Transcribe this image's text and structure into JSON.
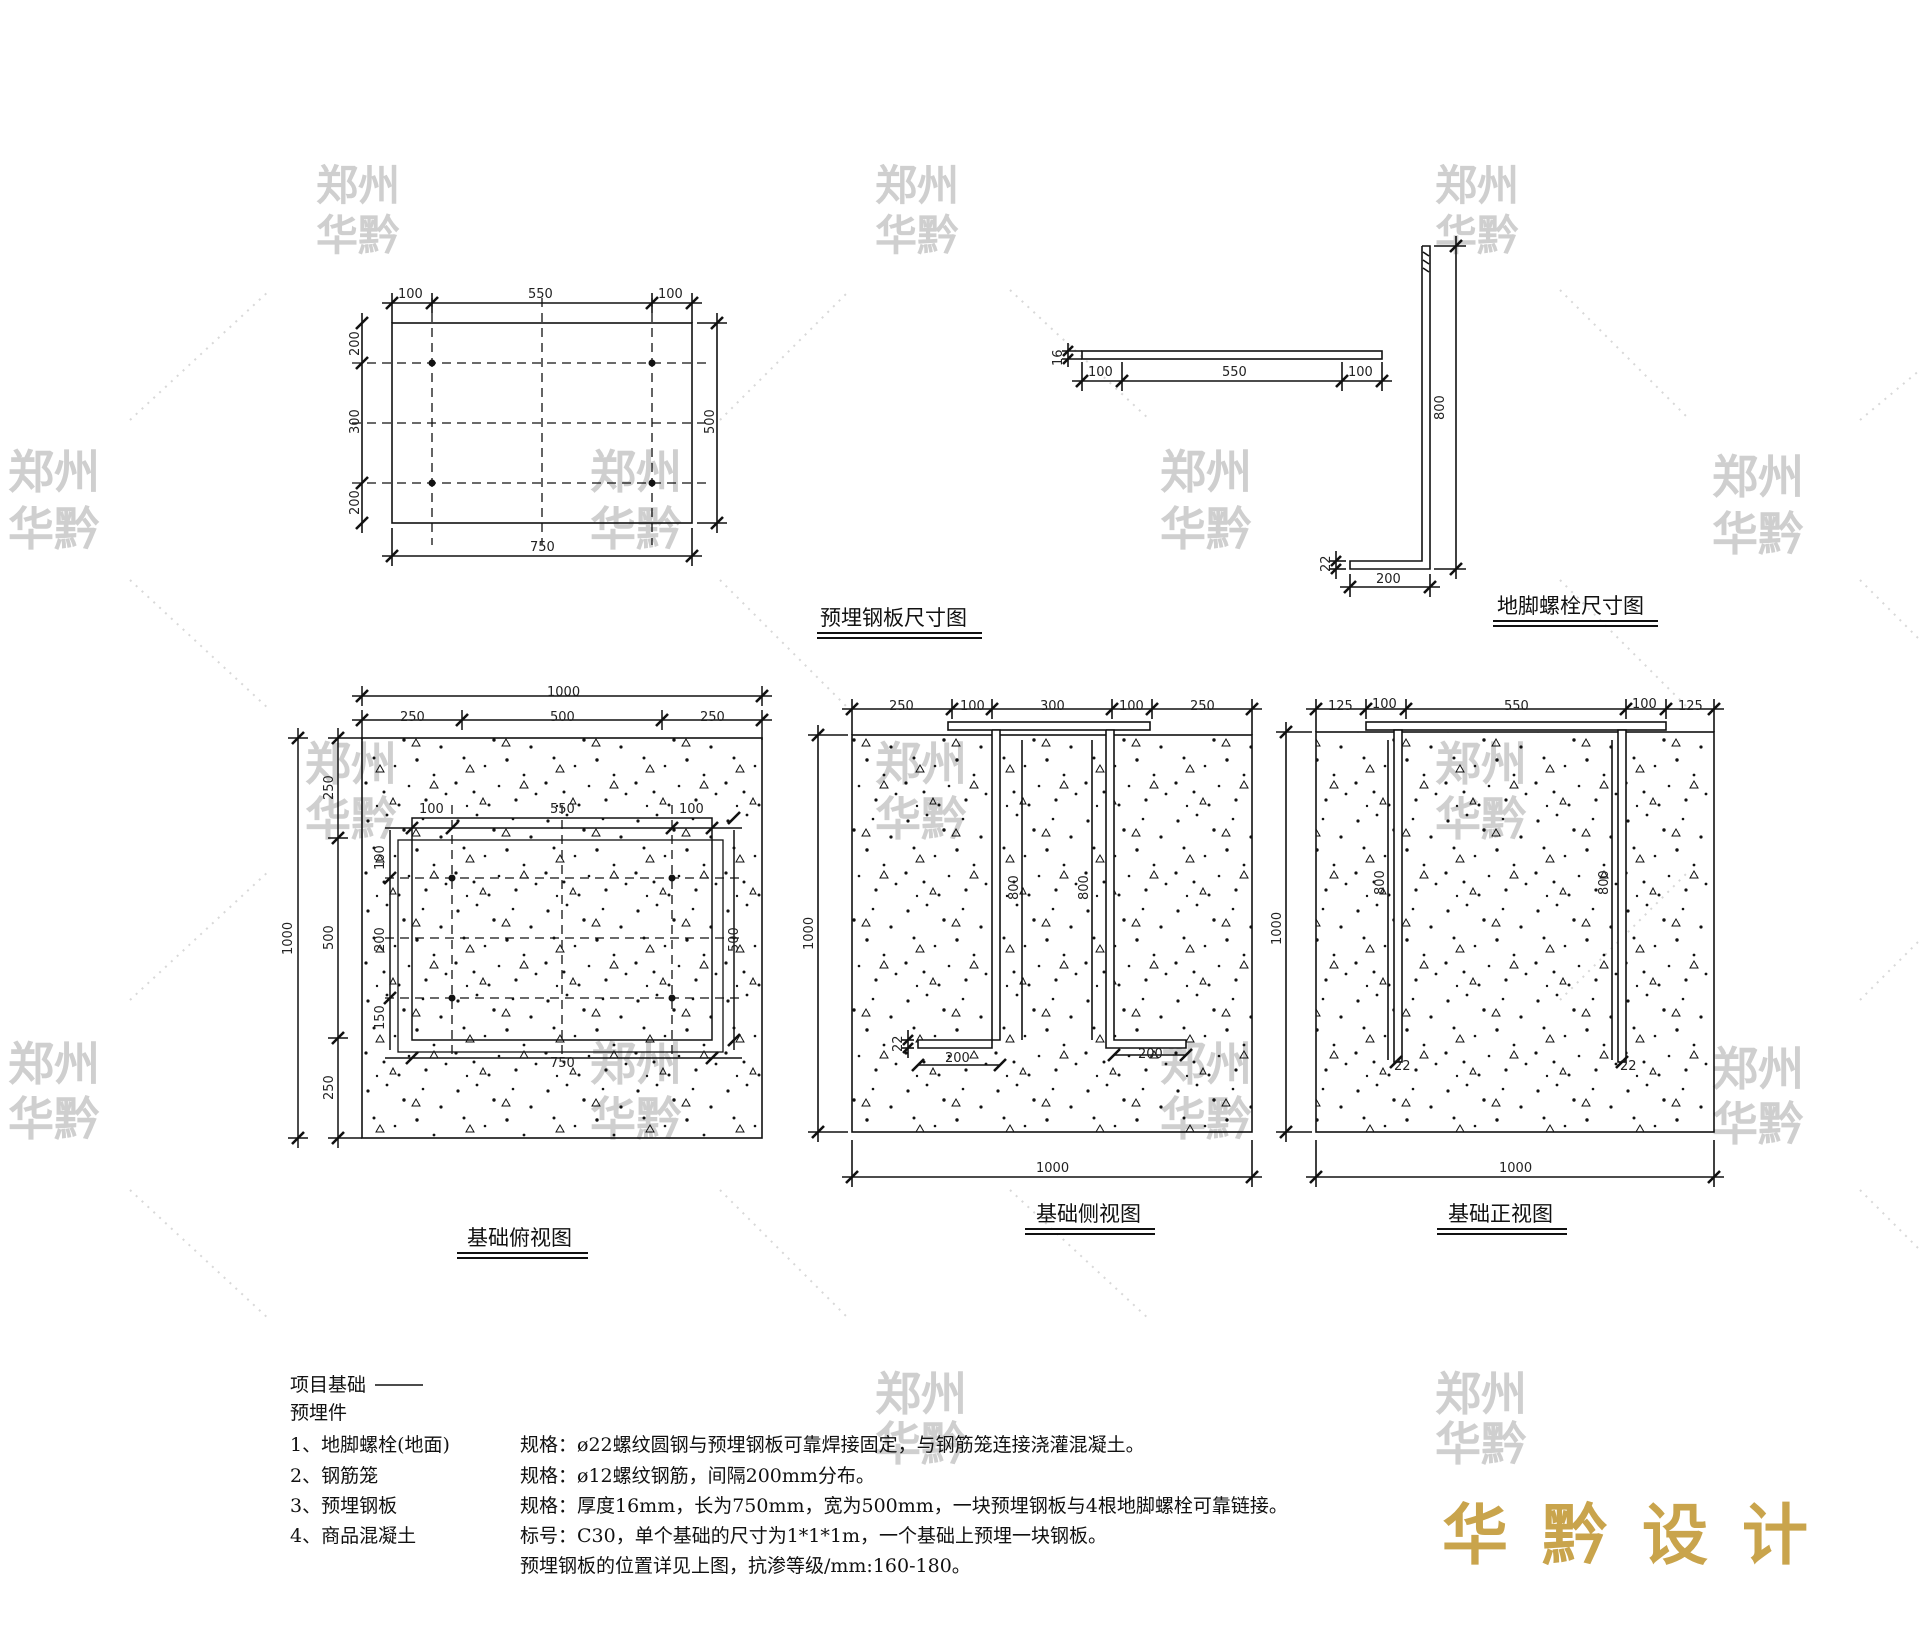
{
  "watermark_lines": [
    "郑州",
    "华黔"
  ],
  "brand": {
    "text": "华黔设计",
    "color": "#c9a44c"
  },
  "titles": {
    "plate": "预埋钢板尺寸图",
    "bolt": "地脚螺栓尺寸图",
    "top": "基础俯视图",
    "side": "基础侧视图",
    "front": "基础正视图"
  },
  "plate_dims": {
    "top": [
      "100",
      "550",
      "100"
    ],
    "left": [
      "200",
      "300",
      "200"
    ],
    "right": "500",
    "bottom": "750"
  },
  "bolt_dims": {
    "thickness": "16",
    "segments": [
      "100",
      "550",
      "100"
    ],
    "height": "800",
    "hook_thickness": "22",
    "hook": "200"
  },
  "top_view_dims": {
    "overall": "1000",
    "top": [
      "250",
      "500",
      "250"
    ],
    "left": [
      "250",
      "500",
      "250"
    ],
    "left_overall": "1000",
    "inner_top": [
      "100",
      "550",
      "100"
    ],
    "inner_left": [
      "100",
      "200",
      "150"
    ],
    "inner_right": "500",
    "inner_bottom": "750"
  },
  "side_view_dims": {
    "top": [
      "250",
      "100",
      "300",
      "100",
      "250"
    ],
    "bolt_h": [
      "800",
      "800"
    ],
    "hooks": [
      "200",
      "200"
    ],
    "hook_small": "22",
    "height": "1000",
    "width": "1000"
  },
  "front_view_dims": {
    "top": [
      "125",
      "100",
      "550",
      "100",
      "125"
    ],
    "bolt_h": [
      "800",
      "800"
    ],
    "small": [
      "22",
      "22"
    ],
    "height": "1000",
    "width": "1000"
  },
  "notes": {
    "heading1": "项目基础",
    "heading2": "预埋件",
    "rows": [
      {
        "item": "1、地脚螺栓(地面)",
        "text": "规格：ø22螺纹圆钢与预埋钢板可靠焊接固定，与钢筋笼连接浇灌混凝土。"
      },
      {
        "item": "2、钢筋笼",
        "text": "规格：ø12螺纹钢筋，间隔200mm分布。"
      },
      {
        "item": "3、预埋钢板",
        "text": "规格：厚度16mm，长为750mm，宽为500mm，一块预埋钢板与4根地脚螺栓可靠链接。"
      },
      {
        "item": "4、商品混凝土",
        "text": "标号：C30，单个基础的尺寸为1*1*1m，一个基础上预埋一块钢板。"
      }
    ],
    "last": "预埋钢板的位置详见上图，抗渗等级/mm:160-180。"
  }
}
